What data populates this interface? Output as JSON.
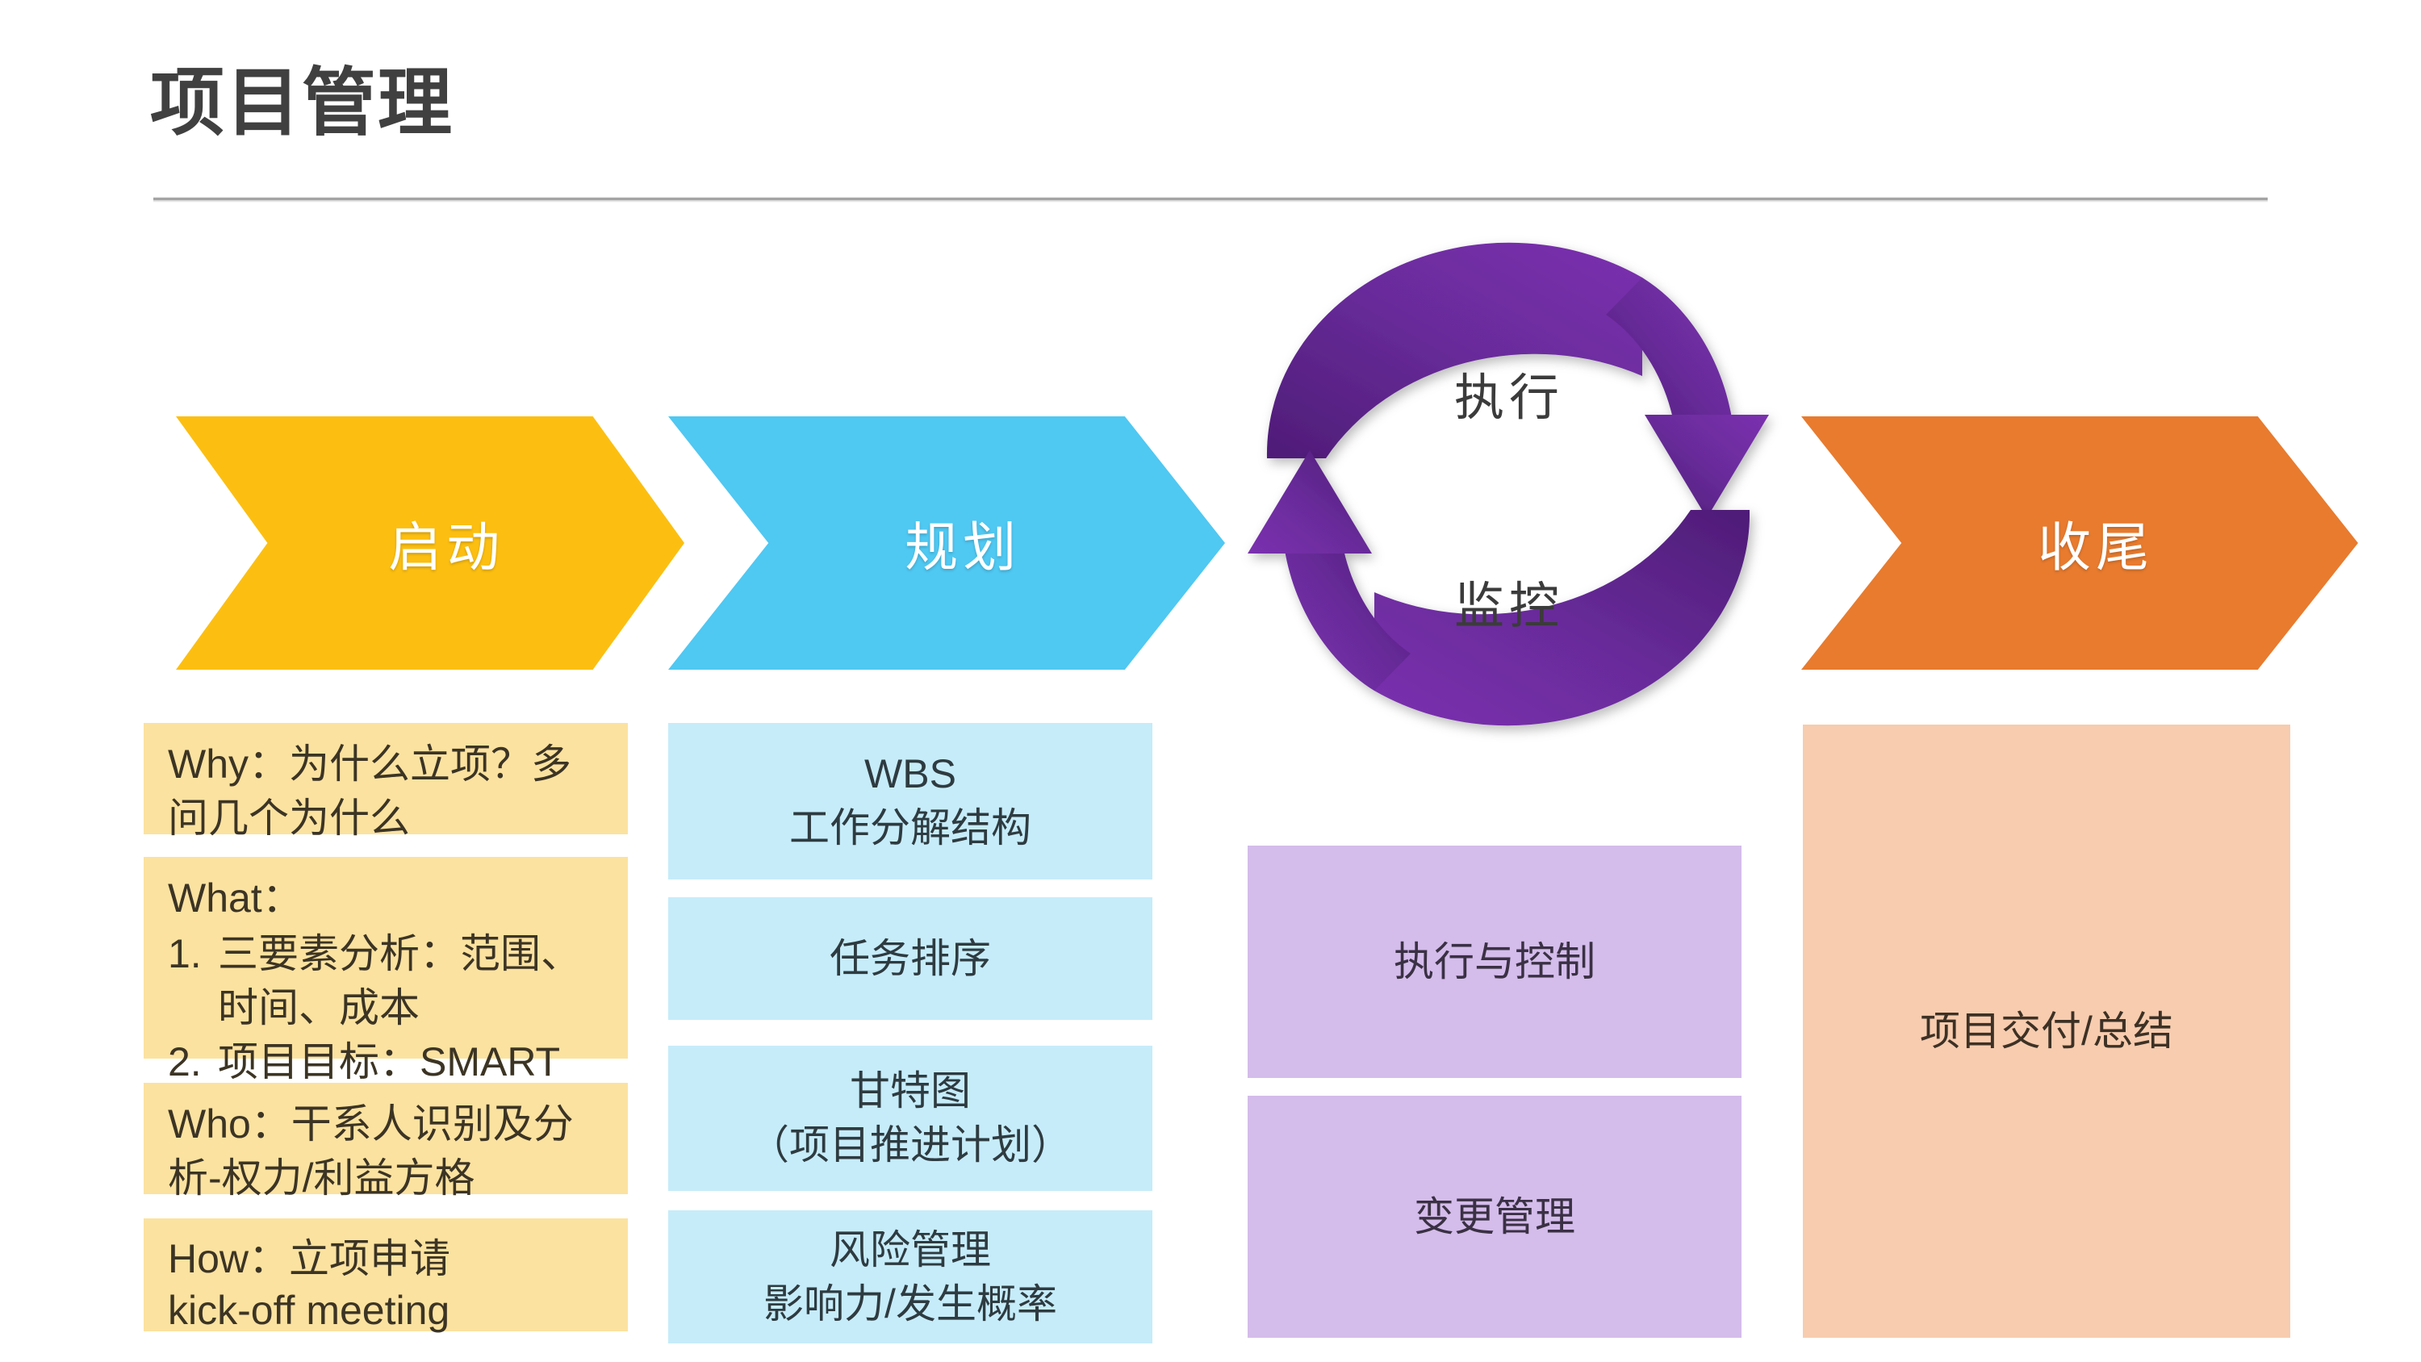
{
  "slide": {
    "title": "项目管理",
    "background": "#ffffff"
  },
  "phases": [
    {
      "id": "initiate",
      "label": "启动",
      "color": "#FCBF11"
    },
    {
      "id": "plan",
      "label": "规划",
      "color": "#4FC8F2"
    },
    {
      "id": "close",
      "label": "收尾",
      "color": "#E87B2E"
    }
  ],
  "cycle": {
    "color": "#6B2E9E",
    "top_label": "执行",
    "bottom_label": "监控"
  },
  "initiate_details": {
    "color": "#FBE2A0",
    "why": "Why：为什么立项？多问几个为什么",
    "what_title": "What：",
    "what_items": [
      {
        "num": "1.",
        "line1": "三要素分析：范围、",
        "line2": "时间、成本"
      },
      {
        "num": "2.",
        "line1": "项目目标：SMART",
        "line2": ""
      }
    ],
    "who": "Who：干系人识别及分析-权力/利益方格",
    "how_line1": "How：立项申请",
    "how_line2": "kick-off meeting"
  },
  "plan_details": {
    "color": "#C6ECFA",
    "items": [
      {
        "line1": "WBS",
        "line2": "工作分解结构"
      },
      {
        "line1": "任务排序",
        "line2": ""
      },
      {
        "line1": "甘特图",
        "line2": "（项目推进计划）"
      },
      {
        "line1": "风险管理",
        "line2": "影响力/发生概率"
      }
    ]
  },
  "execute_details": {
    "color": "#D4BCEB",
    "items": [
      {
        "label": "执行与控制"
      },
      {
        "label": "变更管理"
      }
    ]
  },
  "close_details": {
    "color": "#F7CCAF",
    "label": "项目交付/总结"
  }
}
